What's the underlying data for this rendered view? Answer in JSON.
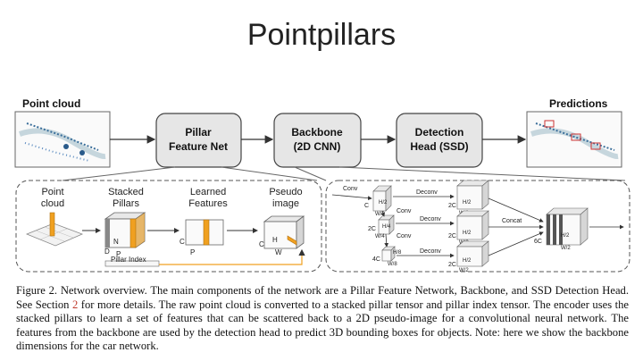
{
  "slide": {
    "title": "Pointpillars"
  },
  "pipeline": {
    "input_label": "Point cloud",
    "output_label": "Predictions",
    "stages": [
      {
        "line1": "Pillar",
        "line2": "Feature Net"
      },
      {
        "line1": "Backbone",
        "line2": "(2D CNN)"
      },
      {
        "line1": "Detection",
        "line2": "Head (SSD)"
      }
    ]
  },
  "pfn_detail": {
    "col_point_cloud": [
      "Point",
      "cloud"
    ],
    "col_stacked": [
      "Stacked",
      "Pillars"
    ],
    "col_learned": [
      "Learned",
      "Features"
    ],
    "col_pseudo": [
      "Pseudo",
      "image"
    ],
    "axis_D": "D",
    "axis_N": "N",
    "axis_P": "P",
    "axis_C": "C",
    "axis_H": "H",
    "axis_W": "W",
    "pillar_index": "Pillar Index"
  },
  "backbone_detail": {
    "conv": "Conv",
    "deconv": "Deconv",
    "concat": "Concat",
    "C": "C",
    "2C": "2C",
    "4C": "4C",
    "6C": "6C",
    "H2": "H/2",
    "W2": "W/2",
    "H4": "H/4",
    "W4": "W/4",
    "H8": "H/8",
    "W8": "W/8"
  },
  "caption": {
    "fig": "Figure 2.",
    "part1": " Network overview. The main components of the network are a Pillar Feature Network, Backbone, and SSD Detection Head. See Section ",
    "ref": "2",
    "part2": " for more details. The raw point cloud is converted to a stacked pillar tensor and pillar index tensor. The encoder uses the stacked pillars to learn a set of features that can be scattered back to a 2D pseudo-image for a convolutional neural network. The features from the backbone are used by the detection head to predict 3D bounding boxes for objects. Note: here we show the backbone dimensions for the car network."
  },
  "colors": {
    "stage_fill": "#e6e6e6",
    "stage_stroke": "#444444",
    "orange": "#f0a020",
    "red_ref": "#c0392b"
  }
}
